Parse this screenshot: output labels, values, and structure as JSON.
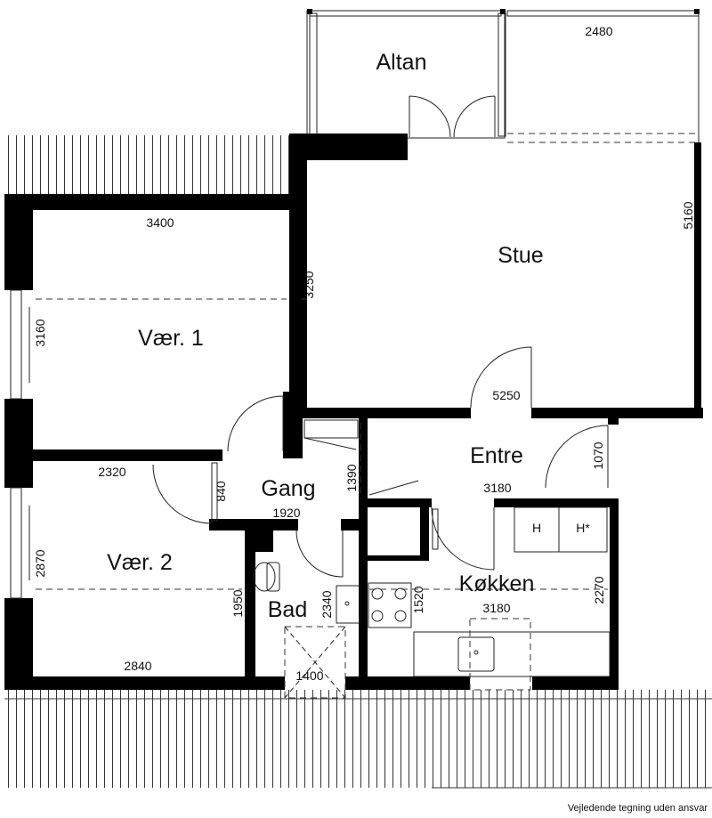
{
  "plan": {
    "rooms": {
      "altan": "Altan",
      "stue": "Stue",
      "vaer1": "Vær. 1",
      "vaer2": "Vær. 2",
      "gang": "Gang",
      "entre": "Entre",
      "bad": "Bad",
      "kokken": "Køkken"
    },
    "dimensions": {
      "altan_width": "2480",
      "stue_height": "5160",
      "vaer1_width": "3400",
      "vaer1_height": "3160",
      "stue_left": "3250",
      "stue_bottom": "5250",
      "entre_width": "3180",
      "entre_height": "1070",
      "gang_left": "840",
      "gang_right": "1390",
      "gang_width": "1920",
      "vaer2_top": "2320",
      "vaer2_height": "2870",
      "vaer2_right": "1950",
      "vaer2_width": "2840",
      "bad_height": "2340",
      "bad_width": "1400",
      "kokken_left": "1520",
      "kokken_width": "3180",
      "kokken_height": "2270"
    },
    "appliances": {
      "h": "H",
      "h_star": "H*"
    }
  },
  "footer": {
    "disclaimer": "Vejledende tegning uden ansvar"
  }
}
